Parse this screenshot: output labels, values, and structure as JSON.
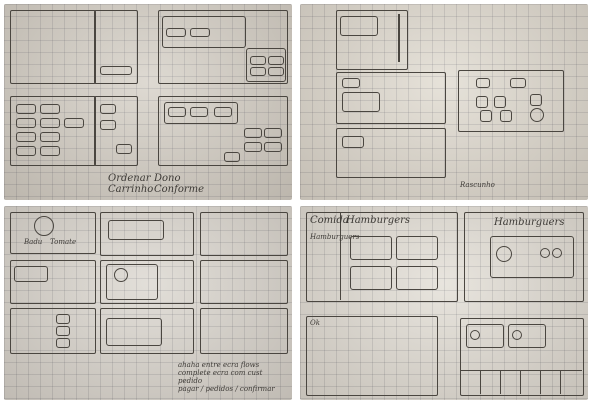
{
  "photos": [
    {
      "id": "top-left",
      "labels": {
        "order_a": "Ordenar",
        "order_b": "Carrinho",
        "seat_a": "Dono",
        "seat_b": "Conforme"
      }
    },
    {
      "id": "top-right",
      "labels": {
        "summary": "Rascunho"
      }
    },
    {
      "id": "bottom-left",
      "labels": {
        "panel_a": "Badu",
        "panel_b": "Tomate",
        "caption_line1": "ahaha entre ecra flows",
        "caption_line2": "complete ecra com cust",
        "caption_line3": "pedido",
        "caption_line4": "pagar / pedidos / confirmar"
      }
    },
    {
      "id": "bottom-right",
      "labels": {
        "menu_header": "Comida",
        "menu_side": "Hamburguers",
        "title_main": "Hamburgers",
        "title_right": "Hamburguers",
        "panel_lower": "Ok"
      }
    }
  ]
}
